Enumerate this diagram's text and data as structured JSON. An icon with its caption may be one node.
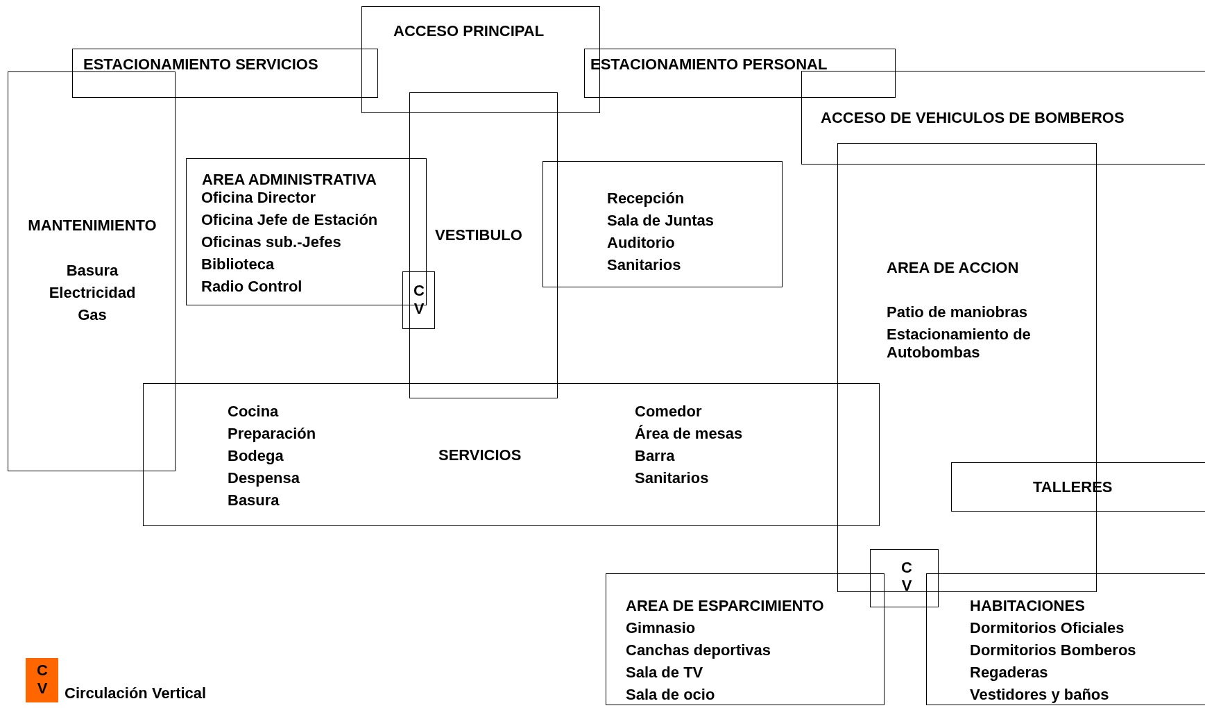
{
  "diagram": {
    "nodes": [
      {
        "text": [
          "ACCESO PRINCIPAL"
        ]
      },
      {
        "text": [
          "ESTACIONAMIENTO SERVICIOS"
        ]
      },
      {
        "text": [
          "ESTACIONAMIENTO PERSONAL"
        ]
      },
      {
        "text": [
          "MANTENIMIENTO",
          "Basura",
          "Electricidad",
          "Gas"
        ]
      },
      {
        "text": [
          "VESTIBULO"
        ]
      },
      {
        "text": [
          "ACCESO DE VEHICULOS DE BOMBEROS"
        ]
      },
      {
        "text": [
          "AREA ADMINISTRATIVA",
          "Oficina Director",
          "Oficina Jefe de Estación",
          "Oficinas sub.-Jefes",
          "Biblioteca",
          "Radio Control"
        ]
      },
      {
        "text": [
          "Recepción",
          "Sala de Juntas",
          "Auditorio",
          "Sanitarios"
        ]
      },
      {
        "text": [
          "C V"
        ]
      },
      {
        "text": [
          "AREA DE ACCION",
          "Patio de maniobras",
          "Estacionamiento de Autobombas"
        ]
      },
      {
        "text": [
          "Cocina",
          "Preparación",
          "Bodega",
          "Despensa",
          "Basura",
          "SERVICIOS",
          "Comedor",
          "Área de mesas",
          "Barra",
          "Sanitarios"
        ]
      },
      {
        "text": [
          "TALLERES"
        ]
      },
      {
        "text": [
          "C V"
        ]
      },
      {
        "text": [
          "AREA DE ESPARCIMIENTO",
          "Gimnasio",
          "Canchas deportivas",
          "Sala de TV",
          "Sala de ocio"
        ]
      },
      {
        "text": [
          "HABITACIONES",
          "Dormitorios Oficiales",
          "Dormitorios Bomberos",
          "Regaderas",
          "Vestidores y baños"
        ]
      }
    ],
    "edges": [],
    "labels": [
      "C V"
    ],
    "legend": [
      {
        "text": "Circulación Vertical",
        "color": "#ff6600"
      }
    ]
  }
}
